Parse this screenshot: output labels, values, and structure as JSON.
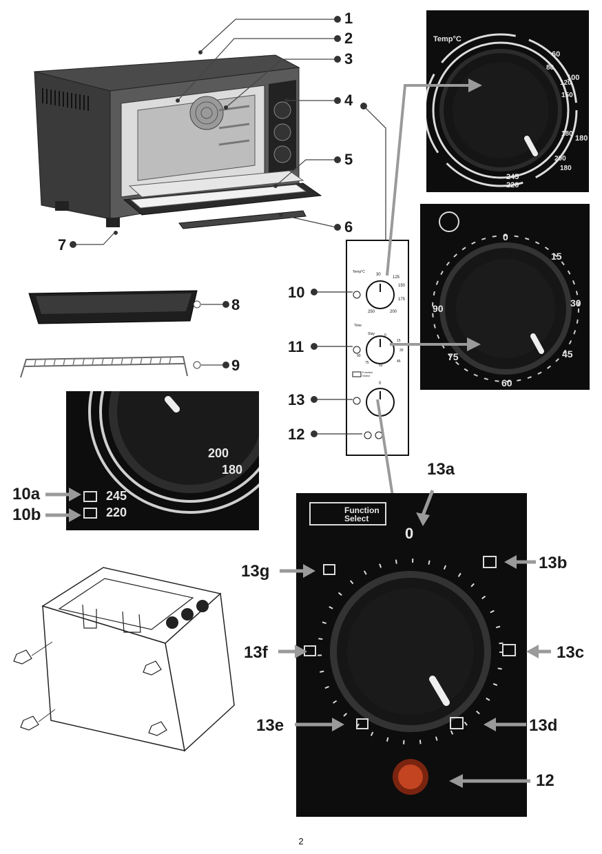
{
  "callouts": {
    "c1": "1",
    "c2": "2",
    "c3": "3",
    "c4": "4",
    "c5": "5",
    "c6": "6",
    "c7": "7",
    "c8": "8",
    "c9": "9",
    "c10": "10",
    "c11": "11",
    "c12": "12",
    "c13": "13",
    "c10a": "10a",
    "c10b": "10b",
    "c13a": "13a",
    "c13b": "13b",
    "c13c": "13c",
    "c13d": "13d",
    "c13e": "13e",
    "c13f": "13f",
    "c13g": "13g",
    "c12b": "12"
  },
  "temp_dial": {
    "title": "Temp°C",
    "marks": [
      "60",
      "80",
      "100",
      "120",
      "150",
      "180",
      "180",
      "200",
      "180",
      "245",
      "220"
    ]
  },
  "timer_dial": {
    "marks": [
      "0",
      "15",
      "30",
      "45",
      "60",
      "75",
      "90"
    ]
  },
  "zoom_temp": {
    "marks": [
      "200",
      "180",
      "245",
      "220"
    ]
  },
  "function_dial": {
    "title_line1": "Function",
    "title_line2": "Select",
    "zero": "0"
  },
  "panel": {
    "temp_label": "Temp°C",
    "temp_marks": [
      "30",
      "125",
      "150",
      "175",
      "200",
      "250"
    ],
    "time_label": "Time",
    "time_marks": [
      "Stay",
      "0",
      "15",
      "30",
      "45",
      "60",
      "75",
      "90"
    ],
    "func_label_1": "Function",
    "func_label_2": "Select",
    "func_zero": "0"
  },
  "page_number": "2"
}
